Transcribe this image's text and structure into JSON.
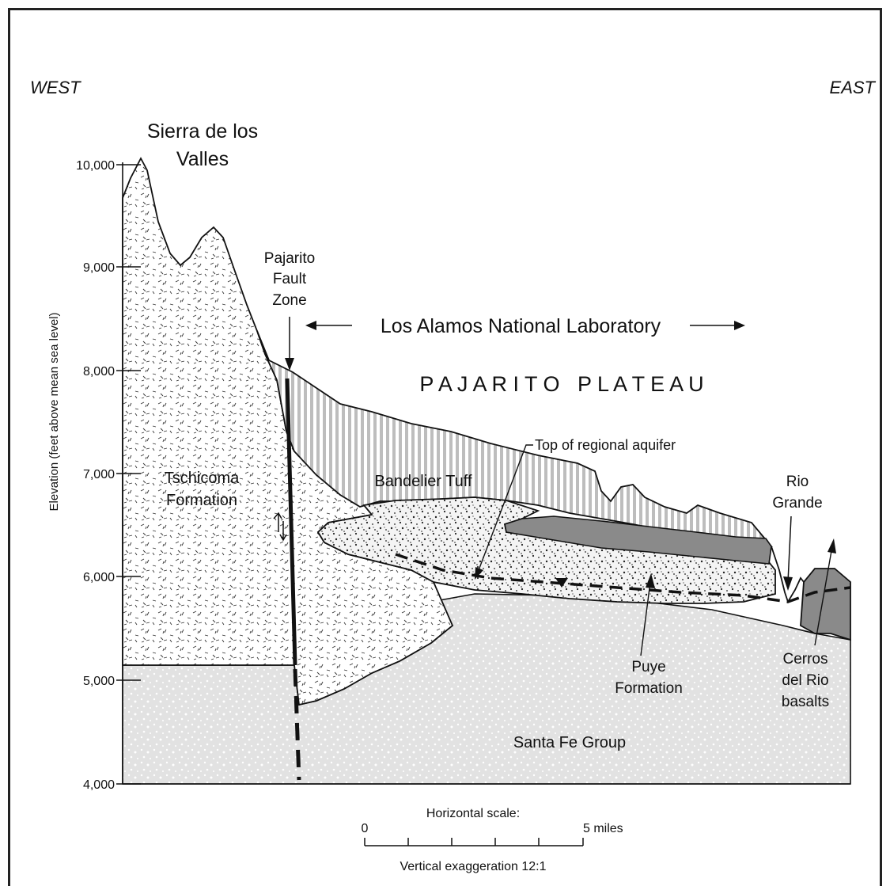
{
  "directions": {
    "west": "WEST",
    "east": "EAST"
  },
  "peak_label": {
    "line1": "Sierra de los",
    "line2": "Valles"
  },
  "fault_label": {
    "line1": "Pajarito",
    "line2": "Fault",
    "line3": "Zone"
  },
  "lab_label": "Los Alamos National Laboratory",
  "plateau_label": "P A J A R I T O   P L A T E A U",
  "aquifer_label": "Top of regional aquifer",
  "units": {
    "tschicoma": {
      "line1": "Tschicoma",
      "line2": "Formation"
    },
    "bandelier": "Bandelier Tuff",
    "puye": {
      "line1": "Puye",
      "line2": "Formation"
    },
    "santa_fe": "Santa Fe Group",
    "rio_grande": {
      "line1": "Rio",
      "line2": "Grande"
    },
    "cerros": {
      "line1": "Cerros",
      "line2": "del Rio",
      "line3": "basalts"
    }
  },
  "y_axis": {
    "label": "Elevation (feet above mean sea level)",
    "ticks": [
      "10,000",
      "9,000",
      "8,000",
      "7,000",
      "6,000",
      "5,000",
      "4,000"
    ]
  },
  "scale_bar": {
    "title": "Horizontal scale:",
    "start": "0",
    "end": "5 miles",
    "exaggeration": "Vertical exaggeration 12:1"
  },
  "colors": {
    "tschicoma_fill": "#ffffff",
    "bandelier_fill": "#d4d4d4",
    "puye_fill": "#f2f2f2",
    "santa_fe_fill": "#e3e3e3",
    "basalt_fill": "#8a8a8a"
  }
}
